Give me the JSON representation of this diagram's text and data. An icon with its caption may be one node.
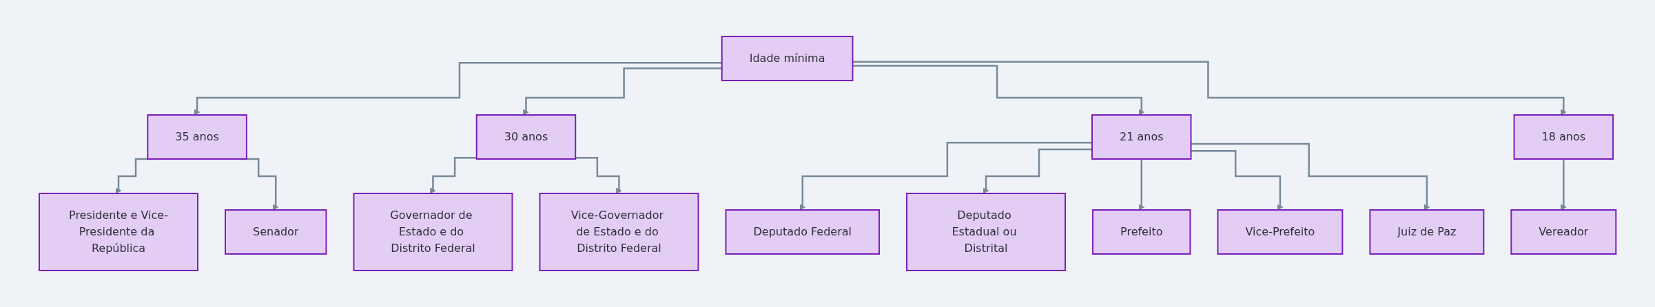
{
  "diagram": {
    "nodes": [
      {
        "text": [
          "Idade mínima"
        ]
      },
      {
        "text": [
          "35 anos"
        ]
      },
      {
        "text": [
          "30 anos"
        ]
      },
      {
        "text": [
          "21 anos"
        ]
      },
      {
        "text": [
          "18 anos"
        ]
      },
      {
        "text": [
          "Presidente e Vice-Presidente da República"
        ]
      },
      {
        "text": [
          "Senador"
        ]
      },
      {
        "text": [
          "Governador de Estado e do Distrito Federal"
        ]
      },
      {
        "text": [
          "Vice-Governador de Estado e do Distrito Federal"
        ]
      },
      {
        "text": [
          "Deputado Federal"
        ]
      },
      {
        "text": [
          "Deputado Estadual ou Distrital"
        ]
      },
      {
        "text": [
          "Prefeito"
        ]
      },
      {
        "text": [
          "Vice-Prefeito"
        ]
      },
      {
        "text": [
          "Juiz de Paz"
        ]
      },
      {
        "text": [
          "Vereador"
        ]
      }
    ],
    "edges": [
      {
        "from": 0,
        "to": 1,
        "arrow": "to"
      },
      {
        "from": 0,
        "to": 2,
        "arrow": "to"
      },
      {
        "from": 0,
        "to": 3,
        "arrow": "to"
      },
      {
        "from": 0,
        "to": 4,
        "arrow": "to"
      },
      {
        "from": 1,
        "to": 5,
        "arrow": "to"
      },
      {
        "from": 1,
        "to": 6,
        "arrow": "to"
      },
      {
        "from": 2,
        "to": 7,
        "arrow": "to"
      },
      {
        "from": 2,
        "to": 8,
        "arrow": "to"
      },
      {
        "from": 3,
        "to": 9,
        "arrow": "to"
      },
      {
        "from": 3,
        "to": 10,
        "arrow": "to"
      },
      {
        "from": 3,
        "to": 11,
        "arrow": "to"
      },
      {
        "from": 3,
        "to": 12,
        "arrow": "to"
      },
      {
        "from": 3,
        "to": 13,
        "arrow": "to"
      },
      {
        "from": 4,
        "to": 14,
        "arrow": "to"
      }
    ]
  }
}
